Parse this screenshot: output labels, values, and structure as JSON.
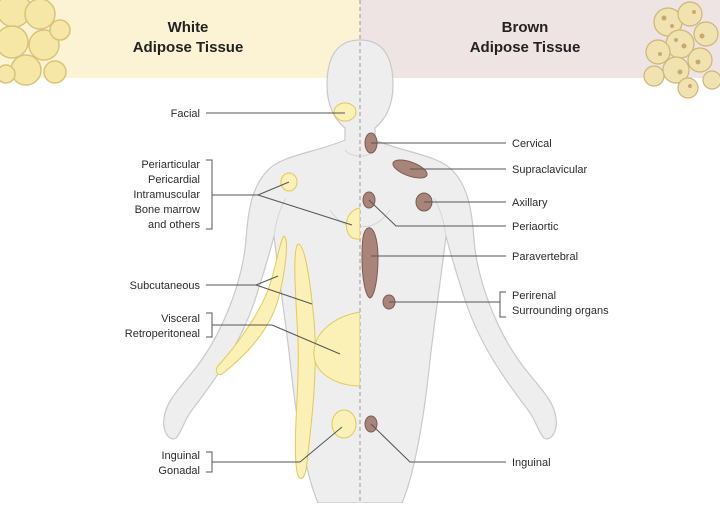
{
  "colors": {
    "white_panel": "#fbf3d3",
    "brown_panel": "#eee4e3",
    "white_fat": "#fbf1b6",
    "white_fat_stroke": "#e2c956",
    "brown_fat": "#a98579",
    "brown_fat_stroke": "#7c5b52",
    "body": "#eeeeee",
    "leader": "#555555"
  },
  "panels": {
    "white": {
      "title_line1": "White",
      "title_line2": "Adipose Tissue"
    },
    "brown": {
      "title_line1": "Brown",
      "title_line2": "Adipose Tissue"
    }
  },
  "white_labels": {
    "facial": "Facial",
    "group_organs": [
      "Periarticular",
      "Pericardial",
      "Intramuscular",
      "Bone marrow",
      "and others"
    ],
    "subcutaneous": "Subcutaneous",
    "group_visceral": [
      "Visceral",
      "Retroperitoneal"
    ],
    "group_inguinal": [
      "Inguinal",
      "Gonadal"
    ]
  },
  "brown_labels": {
    "cervical": "Cervical",
    "supraclavicular": "Supraclavicular",
    "axillary": "Axillary",
    "periaortic": "Periaortic",
    "paravertebral": "Paravertebral",
    "group_perirenal": [
      "Perirenal",
      "Surrounding organs"
    ],
    "inguinal": "Inguinal"
  }
}
